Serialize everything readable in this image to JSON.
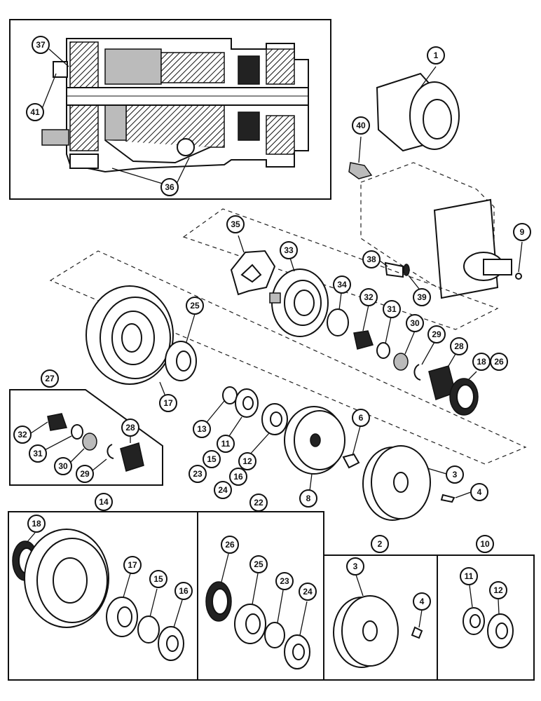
{
  "callouts": {
    "c1": "1",
    "c2": "2",
    "c3a": "3",
    "c3b": "3",
    "c4a": "4",
    "c4b": "4",
    "c6": "6",
    "c8": "8",
    "c9": "9",
    "c10": "10",
    "c11a": "11",
    "c11b": "11",
    "c12a": "12",
    "c12b": "12",
    "c13": "13",
    "c14": "14",
    "c15a": "15",
    "c15b": "15",
    "c16a": "16",
    "c16b": "16",
    "c17a": "17",
    "c17b": "17",
    "c18a": "18",
    "c18b": "18",
    "c22": "22",
    "c23a": "23",
    "c23b": "23",
    "c24a": "24",
    "c24b": "24",
    "c25a": "25",
    "c25b": "25",
    "c26a": "26",
    "c26b": "26",
    "c27": "27",
    "c28a": "28",
    "c28b": "28",
    "c29a": "29",
    "c29b": "29",
    "c30a": "30",
    "c30b": "30",
    "c31a": "31",
    "c31b": "31",
    "c32a": "32",
    "c32b": "32",
    "c33": "33",
    "c34": "34",
    "c35": "35",
    "c36": "36",
    "c37": "37",
    "c38": "38",
    "c39": "39",
    "c40": "40",
    "c41": "41"
  },
  "colors": {
    "ink": "#111111",
    "paper": "#ffffff",
    "shade": "#bbbbbb"
  }
}
